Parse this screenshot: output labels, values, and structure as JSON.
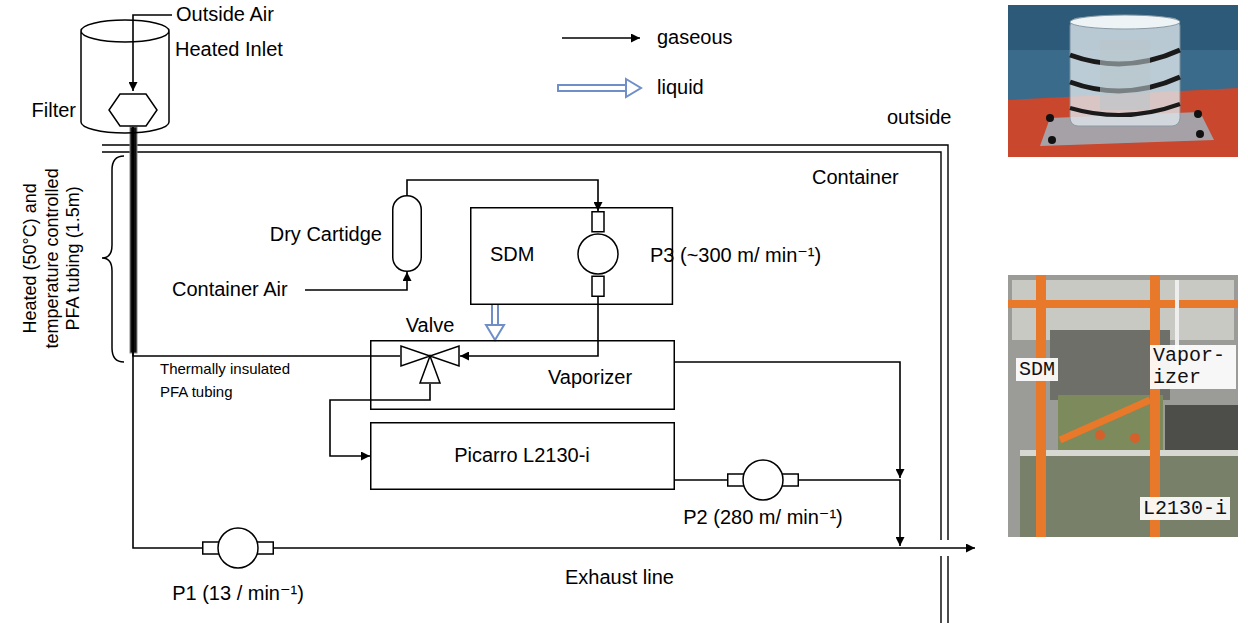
{
  "diagram": {
    "nodes": [
      {
        "text": [
          "Heated Inlet"
        ]
      },
      {
        "text": [
          "Filter"
        ],
        "in": 0
      },
      {
        "text": [
          "Dry Cartidge"
        ]
      },
      {
        "text": [
          "SDM"
        ]
      },
      {
        "text": [
          "P3 (~300 m/ min⁻¹)"
        ],
        "in": 3
      },
      {
        "text": [
          "Vaporizer"
        ]
      },
      {
        "text": [
          "Valve"
        ],
        "in": 5
      },
      {
        "text": [
          "Picarro L2130-i"
        ]
      },
      {
        "text": [
          "P2 (280 m/ min⁻¹)"
        ]
      },
      {
        "text": [
          "P1 (13 / min⁻¹)"
        ]
      }
    ],
    "edges": [
      {
        "from": 1,
        "to": 6,
        "arrow": "none"
      },
      {
        "from": 1,
        "to": 9,
        "arrow": "none"
      },
      {
        "from": 2,
        "to": 4,
        "arrow": "to"
      },
      {
        "from": 4,
        "to": 6,
        "arrow": "to"
      },
      {
        "from": 3,
        "to": 5,
        "arrow": "to"
      },
      {
        "from": 6,
        "to": 7,
        "arrow": "to"
      },
      {
        "from": 7,
        "to": 8,
        "arrow": "none"
      }
    ],
    "labels": [
      "Outside Air",
      "outside",
      "Container",
      "Container Air",
      "Heated (50°C) and temperature controlled PFA tubing (1.5m)",
      "Thermally insulated PFA tubing",
      "Exhaust line",
      "SDM",
      "Vapor- izer",
      "L2130-i"
    ],
    "legend": [
      {
        "text": "gaseous"
      },
      {
        "text": "liquid"
      }
    ]
  }
}
